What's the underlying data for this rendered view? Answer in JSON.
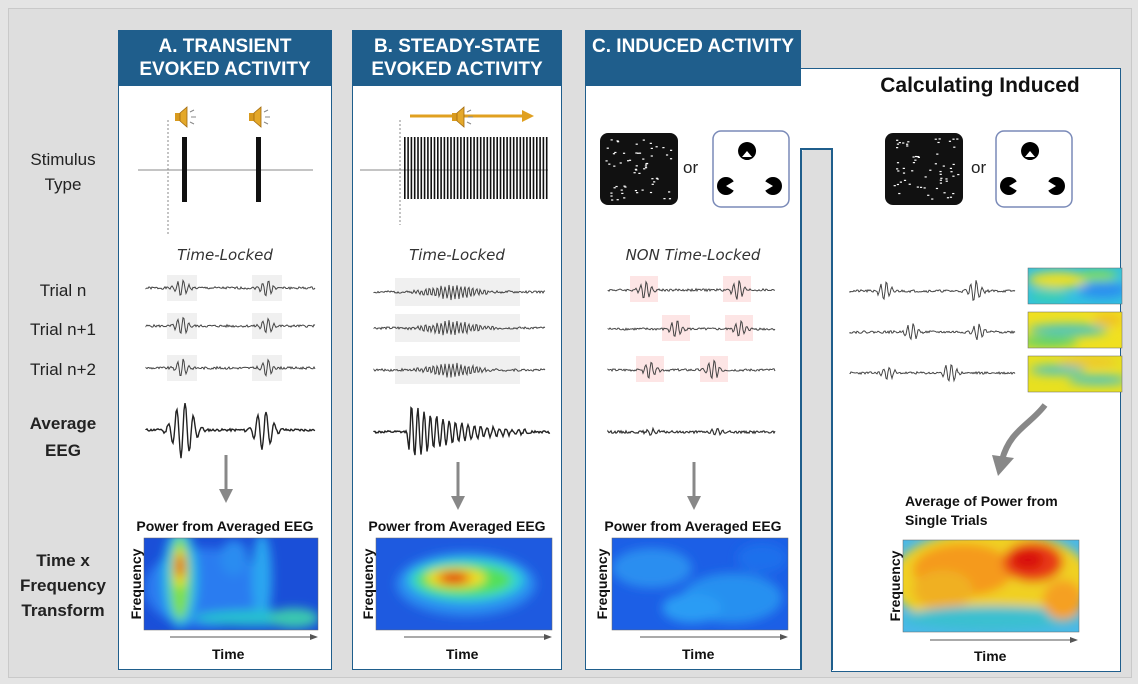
{
  "row_labels": {
    "stimulus_type": "Stimulus Type",
    "trial_n": "Trial n",
    "trial_n1": "Trial n+1",
    "trial_n2": "Trial n+2",
    "average_eeg": "Average EEG",
    "tf_transform": "Time x Frequency Transform"
  },
  "panels": {
    "a": {
      "title": "A. TRANSIENT EVOKED ACTIVITY",
      "lock": "Time-Locked",
      "power": "Power from Averaged EEG"
    },
    "b": {
      "title": "B. STEADY-STATE EVOKED ACTIVITY",
      "lock": "Time-Locked",
      "power": "Power from Averaged EEG"
    },
    "c": {
      "title": "C. INDUCED ACTIVITY",
      "lock": "NON Time-Locked",
      "power": "Power from Averaged EEG",
      "or": "or"
    },
    "calc": {
      "title": "Calculating Induced",
      "or": "or",
      "power": "Average of Power from Single Trials"
    }
  },
  "axis": {
    "frequency": "Frequency",
    "time": "Time"
  },
  "colors": {
    "header_bg": "#1f5e8c",
    "stimulus_arrow": "#e0a020",
    "highlight_evoked": "#f0f0f0",
    "highlight_induced": "#fde5e5"
  },
  "icons": [
    "speaker-icon",
    "arrow-right-icon",
    "arrow-down-icon"
  ]
}
